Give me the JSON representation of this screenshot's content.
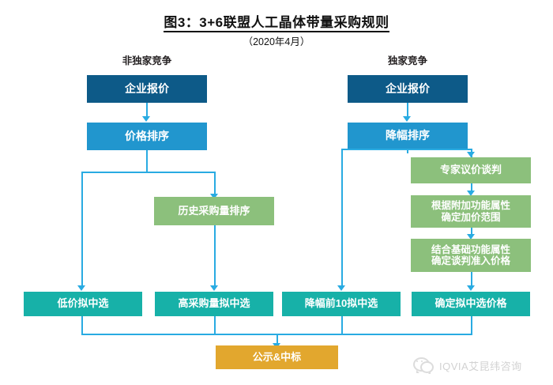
{
  "title": {
    "main": "图3：3+6联盟人工晶体带量采购规则",
    "sub": "（2020年4月）"
  },
  "columns": [
    {
      "name": "non-exclusive",
      "label": "非独家竞争"
    },
    {
      "name": "exclusive",
      "label": "独家竞争"
    }
  ],
  "nodes": {
    "left_quote": "企业报价",
    "left_price_rank": "价格排序",
    "left_history_volume_rank": "历史采购量排序",
    "left_low_price_candidate": "低价拟中选",
    "left_high_volume_candidate": "高采购量拟中选",
    "right_quote": "企业报价",
    "right_drop_rank": "降幅排序",
    "right_expert_negotiation": "专家议价谈判",
    "right_addon_price_range": "根据附加功能属性\n确定加价范围",
    "right_base_entry_price": "结合基础功能属性\n确定谈判准入价格",
    "right_top10_candidate": "降幅前10拟中选",
    "right_confirm_price": "确定拟中选价格",
    "final_publish_win": "公示&中标"
  },
  "colors": {
    "dark_blue": "#0d5a88",
    "blue": "#2196ce",
    "green": "#8cc07c",
    "teal": "#17b1a8",
    "orange": "#e2a72e",
    "connector": "#29abe2"
  },
  "footer": {
    "brand": "IQVIA艾昆纬咨询",
    "icon": "wechat-icon"
  }
}
